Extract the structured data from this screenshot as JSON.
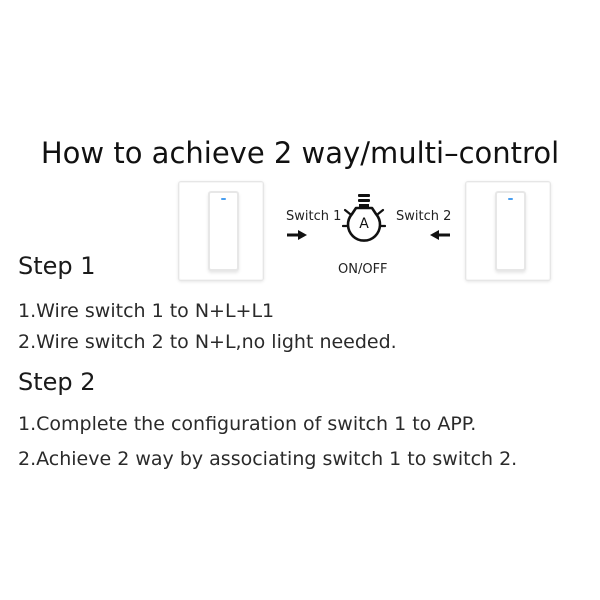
{
  "title": "How to achieve 2 way/multi–control",
  "diagram": {
    "switch1_label": "Switch 1",
    "switch2_label": "Switch 2",
    "bulb_label": "ON/OFF",
    "bulb_glyph": "A"
  },
  "step1": {
    "heading": "Step 1",
    "lines": [
      "1.Wire switch 1 to N+L+L1",
      "2.Wire switch 2 to N+L,no light needed."
    ]
  },
  "step2": {
    "heading": "Step 2",
    "lines": [
      "1.Complete the configuration of switch 1 to APP.",
      "2.Achieve 2 way by associating switch 1 to switch 2."
    ]
  },
  "colors": {
    "led": "#4a9ff0",
    "text": "#1a1a1a"
  }
}
